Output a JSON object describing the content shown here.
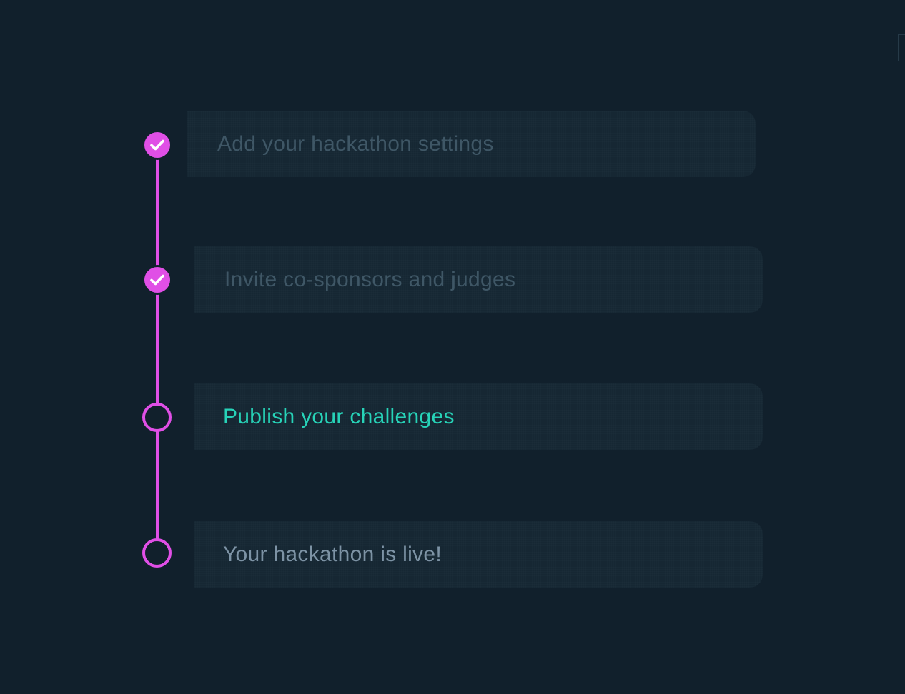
{
  "steps": [
    {
      "label": "Add your hackathon settings",
      "status": "completed",
      "icon": "check-icon"
    },
    {
      "label": "Invite co-sponsors and judges",
      "status": "completed",
      "icon": "check-icon"
    },
    {
      "label": "Publish your challenges",
      "status": "current",
      "icon": "circle-outline-icon"
    },
    {
      "label": "Your hackathon is live!",
      "status": "upcoming",
      "icon": "circle-outline-icon"
    }
  ],
  "colors": {
    "background": "#11202c",
    "card": "#162733",
    "accent_magenta": "#e04fe6",
    "accent_teal": "#27d3b8",
    "muted_text": "#3f5766",
    "upcoming_text": "#7d93a5"
  }
}
